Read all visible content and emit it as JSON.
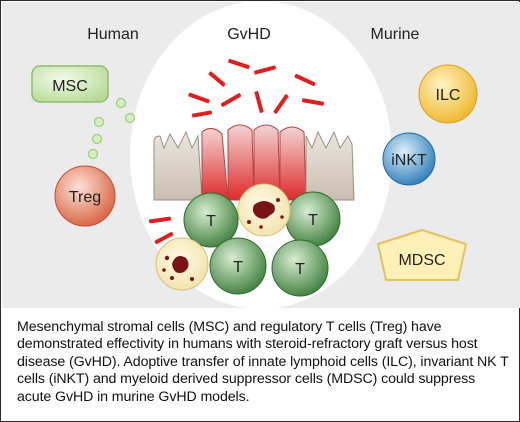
{
  "figure": {
    "headers": {
      "left": "Human",
      "center": "GvHD",
      "right": "Murine"
    },
    "cells": {
      "msc": "MSC",
      "treg": "Treg",
      "ilc": "ILC",
      "inkt": "iNKT",
      "mdsc": "MDSC",
      "t_cell": "T"
    }
  },
  "caption": "Mesenchymal stromal cells (MSC) and regulatory T cells (Treg) have demonstrated effectivity in humans with steroid-refractory graft versus host disease (GvHD). Adoptive transfer of innate lymphoid cells (ILC), invariant NK T cells (iNKT) and myeloid derived suppressor cells (MDSC) could suppress acute GvHD in murine GvHD models.",
  "colors": {
    "background": "#ebebeb",
    "ellipse": "#ffffff",
    "msc_fill": "#c9e6b2",
    "treg_fill": "#e8836a",
    "ilc_fill": "#f5c64a",
    "inkt_fill": "#3b8fc8",
    "mdsc_fill": "#fff0b8",
    "t_cell_fill": "#4a8a48",
    "cytokine": "#e01e1e",
    "epithelium": "#d8cfc4"
  }
}
